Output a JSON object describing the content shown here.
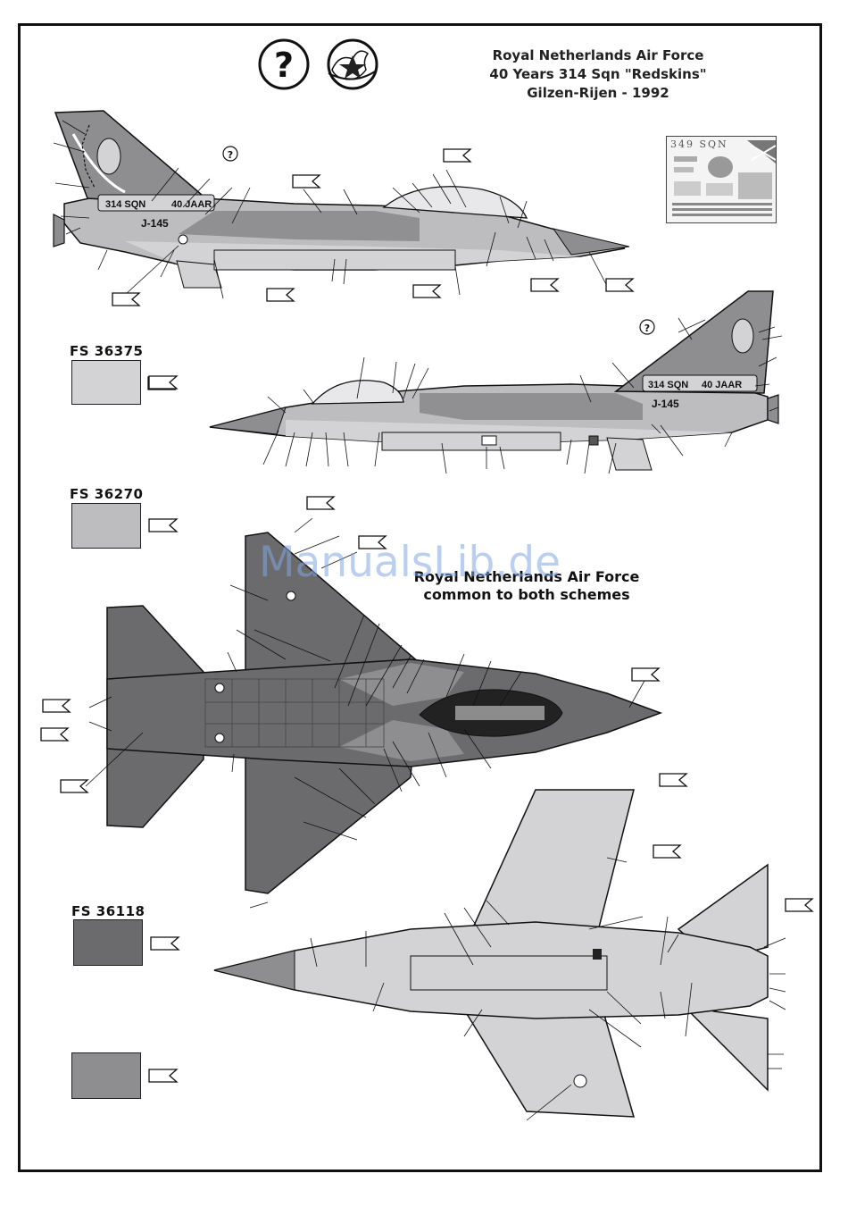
{
  "header": {
    "line1": "Royal Netherlands Air Force",
    "line2": "40 Years 314 Sqn \"Redskins\"",
    "line3": "Gilzen-Rijen - 1992"
  },
  "icons": {
    "question_badge": "?",
    "small_question": "?"
  },
  "aircraft_markings": {
    "squadron": "314 SQN",
    "anniversary": "40 JAAR",
    "serial": "J-145"
  },
  "color_swatches": [
    {
      "code": "FS 36375",
      "color": "#d3d3d5"
    },
    {
      "code": "FS 36270",
      "color": "#bdbdc0"
    },
    {
      "code": "FS 36118",
      "color": "#6b6b6e"
    },
    {
      "code": "",
      "color": "#8e8e91"
    }
  ],
  "common_section": {
    "line1": "Royal Netherlands Air Force",
    "line2": "common to both schemes"
  },
  "decal_sheet_thumb": {
    "header_text": "349 SQN"
  },
  "watermark": "ManualsLib.de",
  "colors": {
    "light_grey": "#d3d3d5",
    "medium_grey": "#bdbdc0",
    "dark_grey": "#6b6b6e",
    "mid_dark_grey": "#8e8e91",
    "outline": "#1a1a1a"
  }
}
